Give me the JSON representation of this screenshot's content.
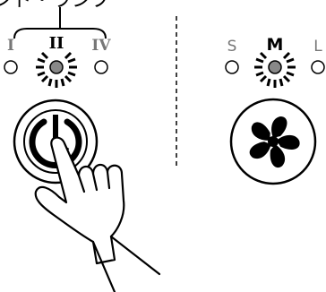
{
  "header": {
    "caption": "ンド・ランプ"
  },
  "timer": {
    "levels": [
      {
        "label": "I",
        "active": false
      },
      {
        "label": "II",
        "active": true
      },
      {
        "label": "IV",
        "active": false
      }
    ],
    "button_icon": "power-timer-icon",
    "hand_icon": "pointing-hand-icon"
  },
  "fan": {
    "levels": [
      {
        "label": "S",
        "active": false
      },
      {
        "label": "M",
        "active": true
      },
      {
        "label": "L",
        "active": false
      }
    ],
    "button_icon": "fan-icon"
  },
  "colors": {
    "lamp_active_fill": "#888888",
    "lamp_inactive_fill": "#ffffff",
    "label_inactive": "#777777",
    "ink": "#000000"
  }
}
